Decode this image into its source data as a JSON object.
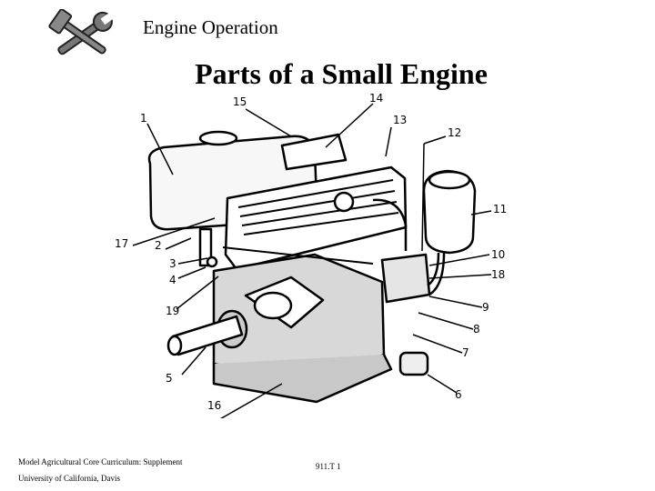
{
  "header": {
    "title": "Engine Operation",
    "logo_icon": "wrench-hammer-icon"
  },
  "slide": {
    "title": "Parts of a Small Engine"
  },
  "diagram": {
    "labels": [
      "1",
      "2",
      "3",
      "4",
      "5",
      "6",
      "7",
      "8",
      "9",
      "10",
      "11",
      "12",
      "13",
      "14",
      "15",
      "16",
      "17",
      "18",
      "19"
    ]
  },
  "footer": {
    "line1": "Model Agricultural Core Curriculum:  Supplement",
    "line2": "University of California, Davis",
    "code": "911.T 1"
  }
}
